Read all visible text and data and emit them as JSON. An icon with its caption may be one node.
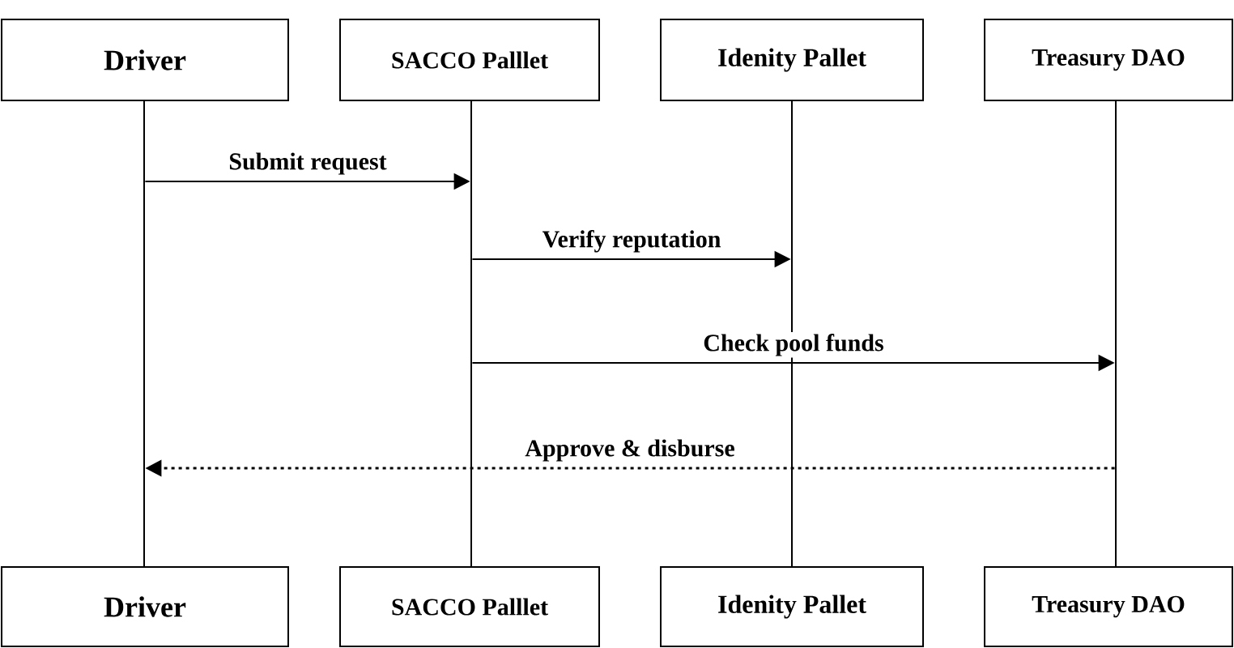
{
  "diagram": {
    "nodes": [
      {
        "text": [
          "Driver"
        ]
      },
      {
        "text": [
          "SACCO Palllet"
        ]
      },
      {
        "text": [
          "Idenity Pallet"
        ]
      },
      {
        "text": [
          "Treasury DAO"
        ]
      },
      {
        "text": [],
        "shape": "bar"
      },
      {
        "text": [],
        "shape": "bar"
      },
      {
        "text": [],
        "shape": "bar"
      },
      {
        "text": [],
        "shape": "bar"
      },
      {
        "text": [
          "Driver"
        ]
      },
      {
        "text": [
          "SACCO Palllet"
        ]
      },
      {
        "text": [
          "Idenity Pallet"
        ]
      },
      {
        "text": [
          "Treasury DAO"
        ]
      }
    ],
    "edges": [
      {
        "from": 4,
        "to": 5,
        "arrow": "to",
        "label": "Submit request"
      },
      {
        "from": 5,
        "to": 6,
        "arrow": "to",
        "label": "Verify reputation"
      },
      {
        "from": 5,
        "to": 7,
        "arrow": "to",
        "label": "Check pool funds"
      },
      {
        "from": 7,
        "to": 4,
        "arrow": "to",
        "label": "Approve & disburse",
        "style": "dashed"
      }
    ]
  }
}
